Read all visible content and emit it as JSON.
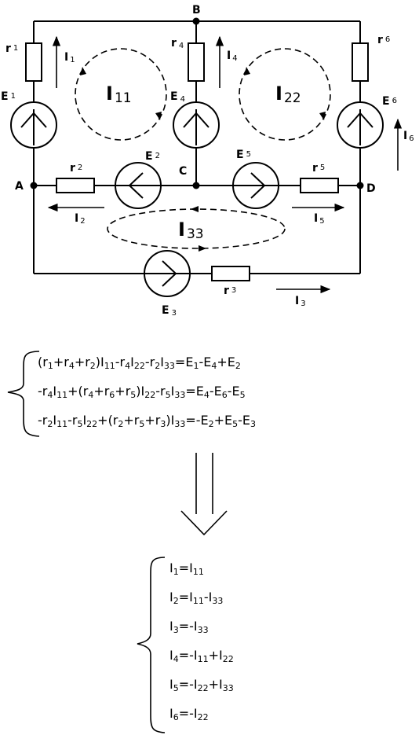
{
  "circuit": {
    "nodes": {
      "A": "A",
      "B": "B",
      "C": "C",
      "D": "D"
    },
    "resistors": {
      "r1": {
        "main": "r",
        "sub": "1"
      },
      "r2": {
        "main": "r",
        "sub": "2"
      },
      "r3": {
        "main": "r",
        "sub": "3"
      },
      "r4": {
        "main": "r",
        "sub": "4"
      },
      "r5": {
        "main": "r",
        "sub": "5"
      },
      "r6": {
        "main": "r",
        "sub": "6"
      }
    },
    "sources": {
      "E1": {
        "main": "E",
        "sub": "1"
      },
      "E2": {
        "main": "E",
        "sub": "2"
      },
      "E3": {
        "main": "E",
        "sub": "3"
      },
      "E4": {
        "main": "E",
        "sub": "4"
      },
      "E5": {
        "main": "E",
        "sub": "5"
      },
      "E6": {
        "main": "E",
        "sub": "6"
      }
    },
    "currents": {
      "I1": {
        "main": "I",
        "sub": "1"
      },
      "I2": {
        "main": "I",
        "sub": "2"
      },
      "I3": {
        "main": "I",
        "sub": "3"
      },
      "I4": {
        "main": "I",
        "sub": "4"
      },
      "I5": {
        "main": "I",
        "sub": "5"
      },
      "I6": {
        "main": "I",
        "sub": "6"
      }
    },
    "loop_currents": {
      "I11": {
        "main": "I",
        "sub": "11"
      },
      "I22": {
        "main": "I",
        "sub": "22"
      },
      "I33": {
        "main": "I",
        "sub": "33"
      }
    }
  },
  "system_equations": [
    [
      [
        "(r",
        ""
      ],
      [
        "1",
        "s"
      ],
      [
        "+r",
        ""
      ],
      [
        "4",
        "s"
      ],
      [
        "+r",
        ""
      ],
      [
        "2",
        "s"
      ],
      [
        ")I",
        ""
      ],
      [
        "11",
        "s"
      ],
      [
        "-r",
        ""
      ],
      [
        "4",
        "s"
      ],
      [
        "I",
        ""
      ],
      [
        "22",
        "s"
      ],
      [
        "-r",
        ""
      ],
      [
        "2",
        "s"
      ],
      [
        "I",
        ""
      ],
      [
        "33",
        "s"
      ],
      [
        "=E",
        ""
      ],
      [
        "1",
        "s"
      ],
      [
        "-E",
        ""
      ],
      [
        "4",
        "s"
      ],
      [
        "+E",
        ""
      ],
      [
        "2",
        "s"
      ]
    ],
    [
      [
        "-r",
        ""
      ],
      [
        "4",
        "s"
      ],
      [
        "I",
        ""
      ],
      [
        "11",
        "s"
      ],
      [
        "+(r",
        ""
      ],
      [
        "4",
        "s"
      ],
      [
        "+r",
        ""
      ],
      [
        "6",
        "s"
      ],
      [
        "+r",
        ""
      ],
      [
        "5",
        "s"
      ],
      [
        ")I",
        ""
      ],
      [
        "22",
        "s"
      ],
      [
        "-r",
        ""
      ],
      [
        "5",
        "s"
      ],
      [
        "I",
        ""
      ],
      [
        "33",
        "s"
      ],
      [
        "=E",
        ""
      ],
      [
        "4",
        "s"
      ],
      [
        "-E",
        ""
      ],
      [
        "6",
        "s"
      ],
      [
        "-E",
        ""
      ],
      [
        "5",
        "s"
      ]
    ],
    [
      [
        "-r",
        ""
      ],
      [
        "2",
        "s"
      ],
      [
        "I",
        ""
      ],
      [
        "11",
        "s"
      ],
      [
        "-r",
        ""
      ],
      [
        "5",
        "s"
      ],
      [
        "I",
        ""
      ],
      [
        "22",
        "s"
      ],
      [
        "+(r",
        ""
      ],
      [
        "2",
        "s"
      ],
      [
        "+r",
        ""
      ],
      [
        "5",
        "s"
      ],
      [
        "+r",
        ""
      ],
      [
        "3",
        "s"
      ],
      [
        ")I",
        ""
      ],
      [
        "33",
        "s"
      ],
      [
        "=-E",
        ""
      ],
      [
        "2",
        "s"
      ],
      [
        "+E",
        ""
      ],
      [
        "5",
        "s"
      ],
      [
        "-E",
        ""
      ],
      [
        "3",
        "s"
      ]
    ]
  ],
  "result_equations": [
    [
      [
        "I",
        ""
      ],
      [
        "1",
        "s"
      ],
      [
        "=I",
        ""
      ],
      [
        "11",
        "s"
      ]
    ],
    [
      [
        "I",
        ""
      ],
      [
        "2",
        "s"
      ],
      [
        "=I",
        ""
      ],
      [
        "11",
        "s"
      ],
      [
        "-I",
        ""
      ],
      [
        "33",
        "s"
      ]
    ],
    [
      [
        "I",
        ""
      ],
      [
        "3",
        "s"
      ],
      [
        "=-I",
        ""
      ],
      [
        "33",
        "s"
      ]
    ],
    [
      [
        "I",
        ""
      ],
      [
        "4",
        "s"
      ],
      [
        "=-I",
        ""
      ],
      [
        "11",
        "s"
      ],
      [
        "+I",
        ""
      ],
      [
        "22",
        "s"
      ]
    ],
    [
      [
        "I",
        ""
      ],
      [
        "5",
        "s"
      ],
      [
        "=-I",
        ""
      ],
      [
        "22",
        "s"
      ],
      [
        "+I",
        ""
      ],
      [
        "33",
        "s"
      ]
    ],
    [
      [
        "I",
        ""
      ],
      [
        "6",
        "s"
      ],
      [
        "=-I",
        ""
      ],
      [
        "22",
        "s"
      ]
    ]
  ]
}
